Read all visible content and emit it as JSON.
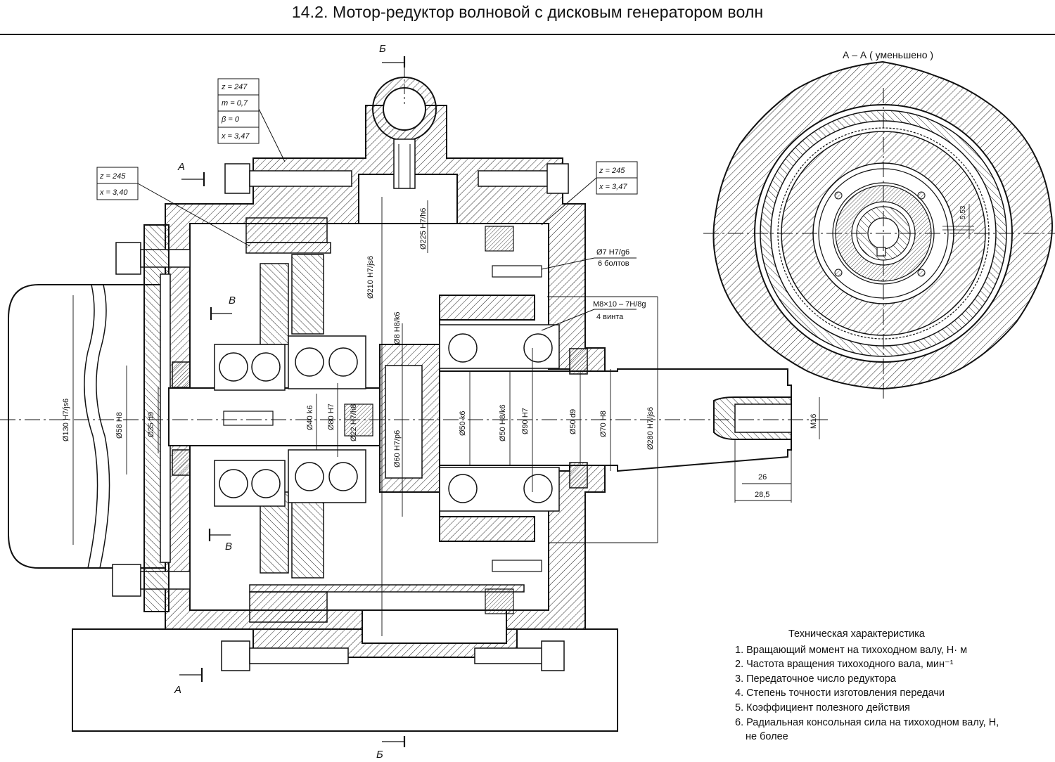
{
  "title": "14.2. Мотор-редуктор  волновой с дисковым генератором волн",
  "section_aa": "А – А  ( уменьшено )",
  "section_marks": {
    "a": "А",
    "b": "Б",
    "v": "В"
  },
  "gear_table_top": [
    "z = 247",
    "m = 0,7",
    "β = 0",
    "x = 3,47"
  ],
  "gear_table_left": [
    "z = 245",
    "x = 3,40"
  ],
  "gear_table_right": [
    "z = 245",
    "x = 3,47"
  ],
  "dims_vertical": [
    "Ø130 H7/js6",
    "Ø58 H8",
    "Ø35 d9",
    "Ø40 k6",
    "Ø80 H7",
    "Ø22 H7/h8",
    "Ø8 H8/k6",
    "Ø210 H7/js6",
    "Ø225 H7/h6",
    "Ø60 H7/p6",
    "Ø50 k6",
    "Ø50 H8/k6",
    "Ø90 H7",
    "Ø50 d9",
    "Ø70 H8",
    "Ø280 H7/js6",
    "M16"
  ],
  "callouts": {
    "bolts_fit": "Ø7 H7/g6",
    "bolts_count": "6 болтов",
    "screws_thread": "M8×10 – 7H/8g",
    "screws_count": "4 винта"
  },
  "dims_horizontal": [
    "26",
    "28,5"
  ],
  "dim_small": "5,53",
  "tech_title": "Техническая характеристика",
  "tech_items": [
    "1. Вращающий момент на тихоходном валу, Н· м",
    "2. Частота вращения тихоходного вала, мин⁻¹",
    "3. Передаточное число редуктора",
    "4. Степень точности изготовления передачи",
    "5. Коэффициент полезного действия",
    "6. Радиальная консольная сила на тихоходном валу, Н,"
  ],
  "tech_item_6_cont": "не более"
}
